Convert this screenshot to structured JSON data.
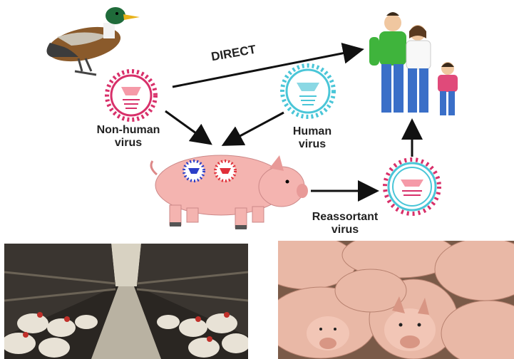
{
  "labels": {
    "direct": "DIRECT",
    "non_human_line1": "Non-human",
    "non_human_line2": "virus",
    "human_line1": "Human",
    "human_line2": "virus",
    "reassortant_line1": "Reassortant",
    "reassortant_line2": "virus"
  },
  "colors": {
    "non_human_virus": "#d8306a",
    "human_virus": "#4ac6d8",
    "pig_body": "#f4b4b0",
    "arrow": "#111111",
    "dad_shirt": "#3fb43c",
    "jeans": "#3a6fc8",
    "child_shirt": "#e04a7a"
  },
  "photos": {
    "left": "poultry-farm-photo",
    "right": "pig-farm-photo"
  }
}
